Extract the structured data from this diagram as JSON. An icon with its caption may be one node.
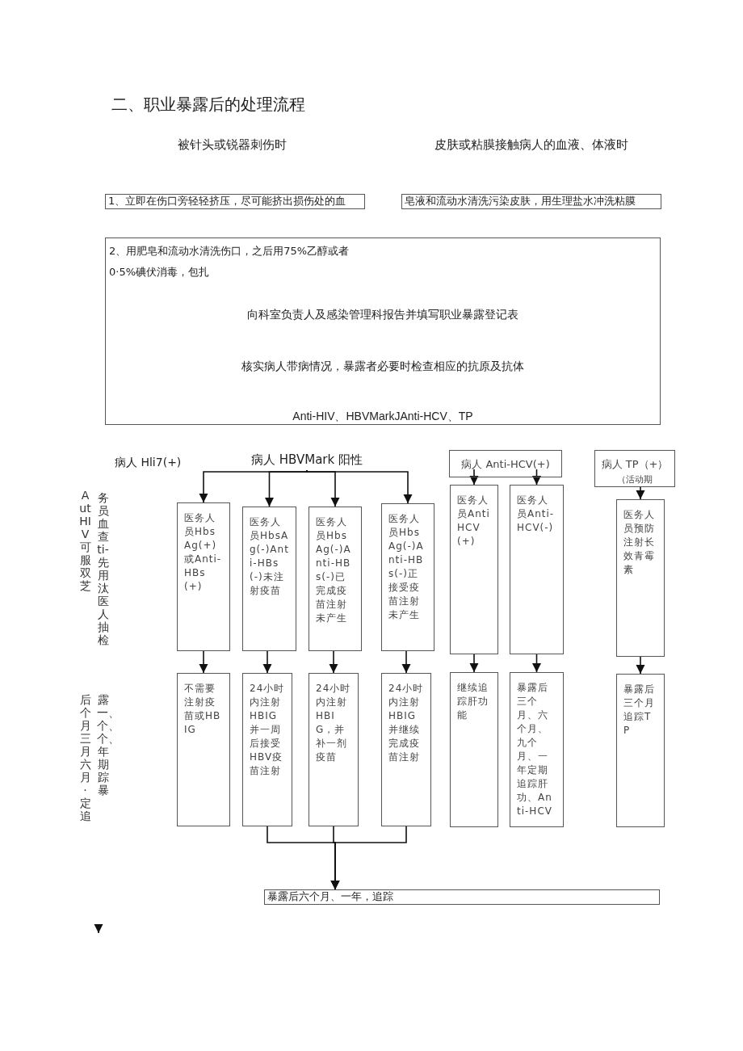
{
  "diagram": {
    "title": "二、职业暴露后的处理流程",
    "nodes": [
      {
        "text": [
          "1、立即在伤口旁轻轻挤压，尽可能挤出损伤处的血"
        ]
      },
      {
        "text": [
          "皂液和流动水清洗污染皮肤，用生理盐水冲洗粘膜"
        ]
      },
      {
        "text": [
          "2、用肥皂和流动水清洗伤口，之后用75%乙醇或者0·5%碘伏消毒，包扎",
          "向科室负责人及感染管理科报告并填写职业暴露登记表",
          "核实病人带病情况，暴露者必要时检查相应的抗原及抗体",
          "Anti-HIV、HBVMarkJAnti-HCV、TP"
        ]
      },
      {
        "text": [
          "病人 HBVMark 阳性"
        ]
      },
      {
        "text": [
          "医务人员HbsAg(+)或Anti-HBs(+)"
        ]
      },
      {
        "text": [
          "医务人员HbsAg(-)Anti-HBs(-)未注射疫苗"
        ]
      },
      {
        "text": [
          "医务人员HbsAg(-)Anti-HBs(-)已完成疫苗注射未产生"
        ]
      },
      {
        "text": [
          "医务人员HbsAg(-)Anti-HBs(-)正接受疫苗注射未产生"
        ]
      },
      {
        "text": [
          "不需要注射疫苗或HBIG"
        ]
      },
      {
        "text": [
          "24小时内注射HBIG并一周后接受HBV疫苗注射"
        ]
      },
      {
        "text": [
          "24小时内注射HBIG，并补一剂疫苗"
        ]
      },
      {
        "text": [
          "24小时内注射HBIG并继续完成疫苗注射"
        ]
      },
      {
        "text": [
          "暴露后六个月、一年，追踪"
        ]
      },
      {
        "text": [
          "病人 Anti-HCV(+)"
        ]
      },
      {
        "text": [
          "医务人员AntiHCV(+)"
        ]
      },
      {
        "text": [
          "医务人员Anti-HCV(-)"
        ]
      },
      {
        "text": [
          "继续追踪肝功能"
        ]
      },
      {
        "text": [
          "暴露后三个月、六个月、九个月、一年定期追踪肝功、Anti-HCV"
        ]
      },
      {
        "text": [
          "病人 TP（+）",
          "（活动期"
        ]
      },
      {
        "text": [
          "医务人员预防注射长效青霉素"
        ]
      },
      {
        "text": [
          "暴露后三个月追踪TP"
        ]
      }
    ],
    "edges": [
      {
        "from": 3,
        "to": 4,
        "arrow": "to"
      },
      {
        "from": 3,
        "to": 5,
        "arrow": "to"
      },
      {
        "from": 3,
        "to": 6,
        "arrow": "to"
      },
      {
        "from": 3,
        "to": 7,
        "arrow": "to"
      },
      {
        "from": 4,
        "to": 8,
        "arrow": "to"
      },
      {
        "from": 5,
        "to": 9,
        "arrow": "to"
      },
      {
        "from": 6,
        "to": 10,
        "arrow": "to"
      },
      {
        "from": 7,
        "to": 11,
        "arrow": "to"
      },
      {
        "from": 9,
        "to": 12,
        "arrow": "to"
      },
      {
        "from": 10,
        "to": 12,
        "arrow": "to"
      },
      {
        "from": 11,
        "to": 12,
        "arrow": "to"
      },
      {
        "from": 13,
        "to": 14,
        "arrow": "to"
      },
      {
        "from": 13,
        "to": 15,
        "arrow": "to"
      },
      {
        "from": 14,
        "to": 16,
        "arrow": "to"
      },
      {
        "from": 15,
        "to": 17,
        "arrow": "to"
      },
      {
        "from": 18,
        "to": 19,
        "arrow": "to"
      },
      {
        "from": 19,
        "to": 20,
        "arrow": "to"
      }
    ],
    "labels": [
      "被针头或锐器刺伤时",
      "皮肤或粘膜接触病人的血液、体液时",
      "病人 Hli7(+)",
      "AutHIV可服双芝",
      "务员血查ti-先用汰医人抽检",
      "后个月三月六月·定追",
      "露一、个、个、年期踪暴"
    ]
  }
}
